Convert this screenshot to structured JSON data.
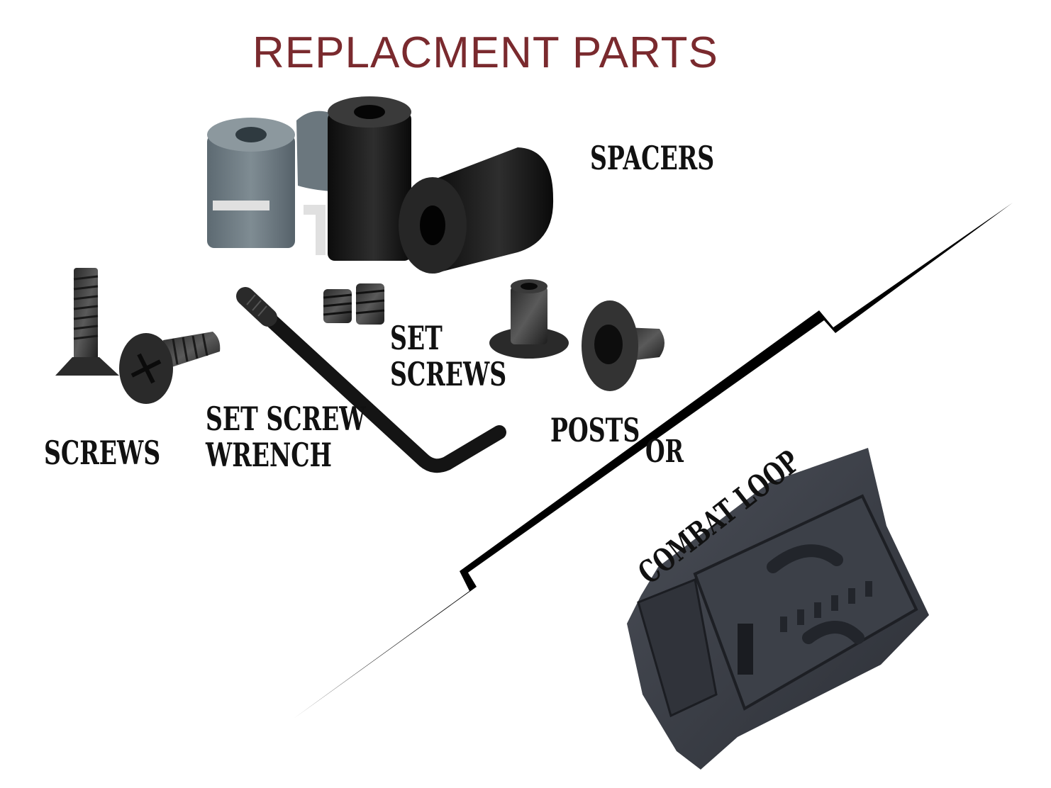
{
  "title": "REPLACMENT PARTS",
  "labels": {
    "spacers": "SPACERS",
    "screws": "SCREWS",
    "wrench_line1": "SET SCREW",
    "wrench_line2": "WRENCH",
    "setscrews_line1": "SET",
    "setscrews_line2": "SCREWS",
    "posts": "POSTS",
    "or": "OR",
    "combat_loop": "COMBAT LOOP"
  },
  "colors": {
    "title": "#7a2a2e",
    "label": "#111111",
    "divider": "#000000",
    "loop_body": "#3a3d44"
  },
  "icons": [
    "spacer-icon",
    "screw-icon",
    "set-screw-wrench-icon",
    "set-screw-icon",
    "post-icon",
    "combat-loop-icon"
  ]
}
